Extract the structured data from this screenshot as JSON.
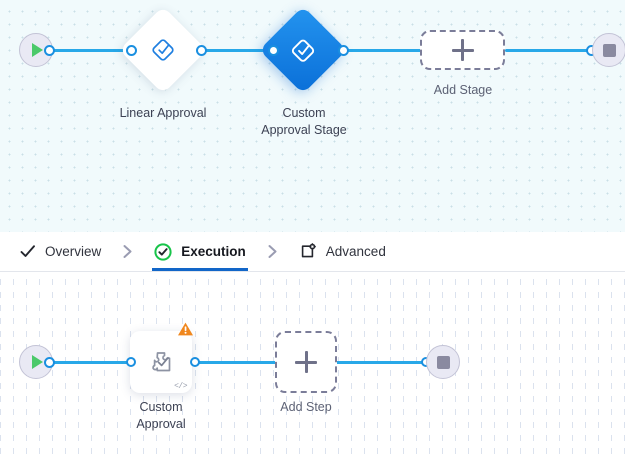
{
  "stage_canvas": {
    "name": "stage-flow-canvas",
    "start_node": {
      "icon": "play-icon",
      "label": ""
    },
    "end_node": {
      "icon": "stop-icon",
      "label": ""
    },
    "nodes": [
      {
        "label": "Linear Approval",
        "icon": "approval-diamond-icon",
        "selected": false
      },
      {
        "label": "Custom\nApproval Stage",
        "icon": "approval-diamond-icon",
        "selected": true
      }
    ],
    "add_button": {
      "label": "Add Stage",
      "icon": "plus-icon"
    }
  },
  "tabs": {
    "items": [
      {
        "label": "Overview",
        "icon": "check-icon",
        "active": false
      },
      {
        "label": "Execution",
        "icon": "circle-check-icon",
        "active": true
      },
      {
        "label": "Advanced",
        "icon": "frame-gear-icon",
        "active": false
      }
    ],
    "separator_icon": "chevron-right-icon"
  },
  "step_canvas": {
    "name": "step-flow-canvas",
    "start_node": {
      "icon": "play-icon"
    },
    "end_node": {
      "icon": "stop-icon"
    },
    "nodes": [
      {
        "label": "Custom\nApproval",
        "icon": "puzzle-check-icon",
        "badge": "warning-triangle-icon",
        "code_glyph": "</>"
      }
    ],
    "add_button": {
      "label": "Add Step",
      "icon": "plus-icon"
    }
  },
  "colors": {
    "edge": "#28a8e8",
    "accent": "#1266c8",
    "selected_node": "#0a6fd8",
    "warning": "#f0871e",
    "success": "#18c44a",
    "canvas_top_bg": "#f1fafc",
    "canvas_bottom_bg": "#ffffff"
  }
}
